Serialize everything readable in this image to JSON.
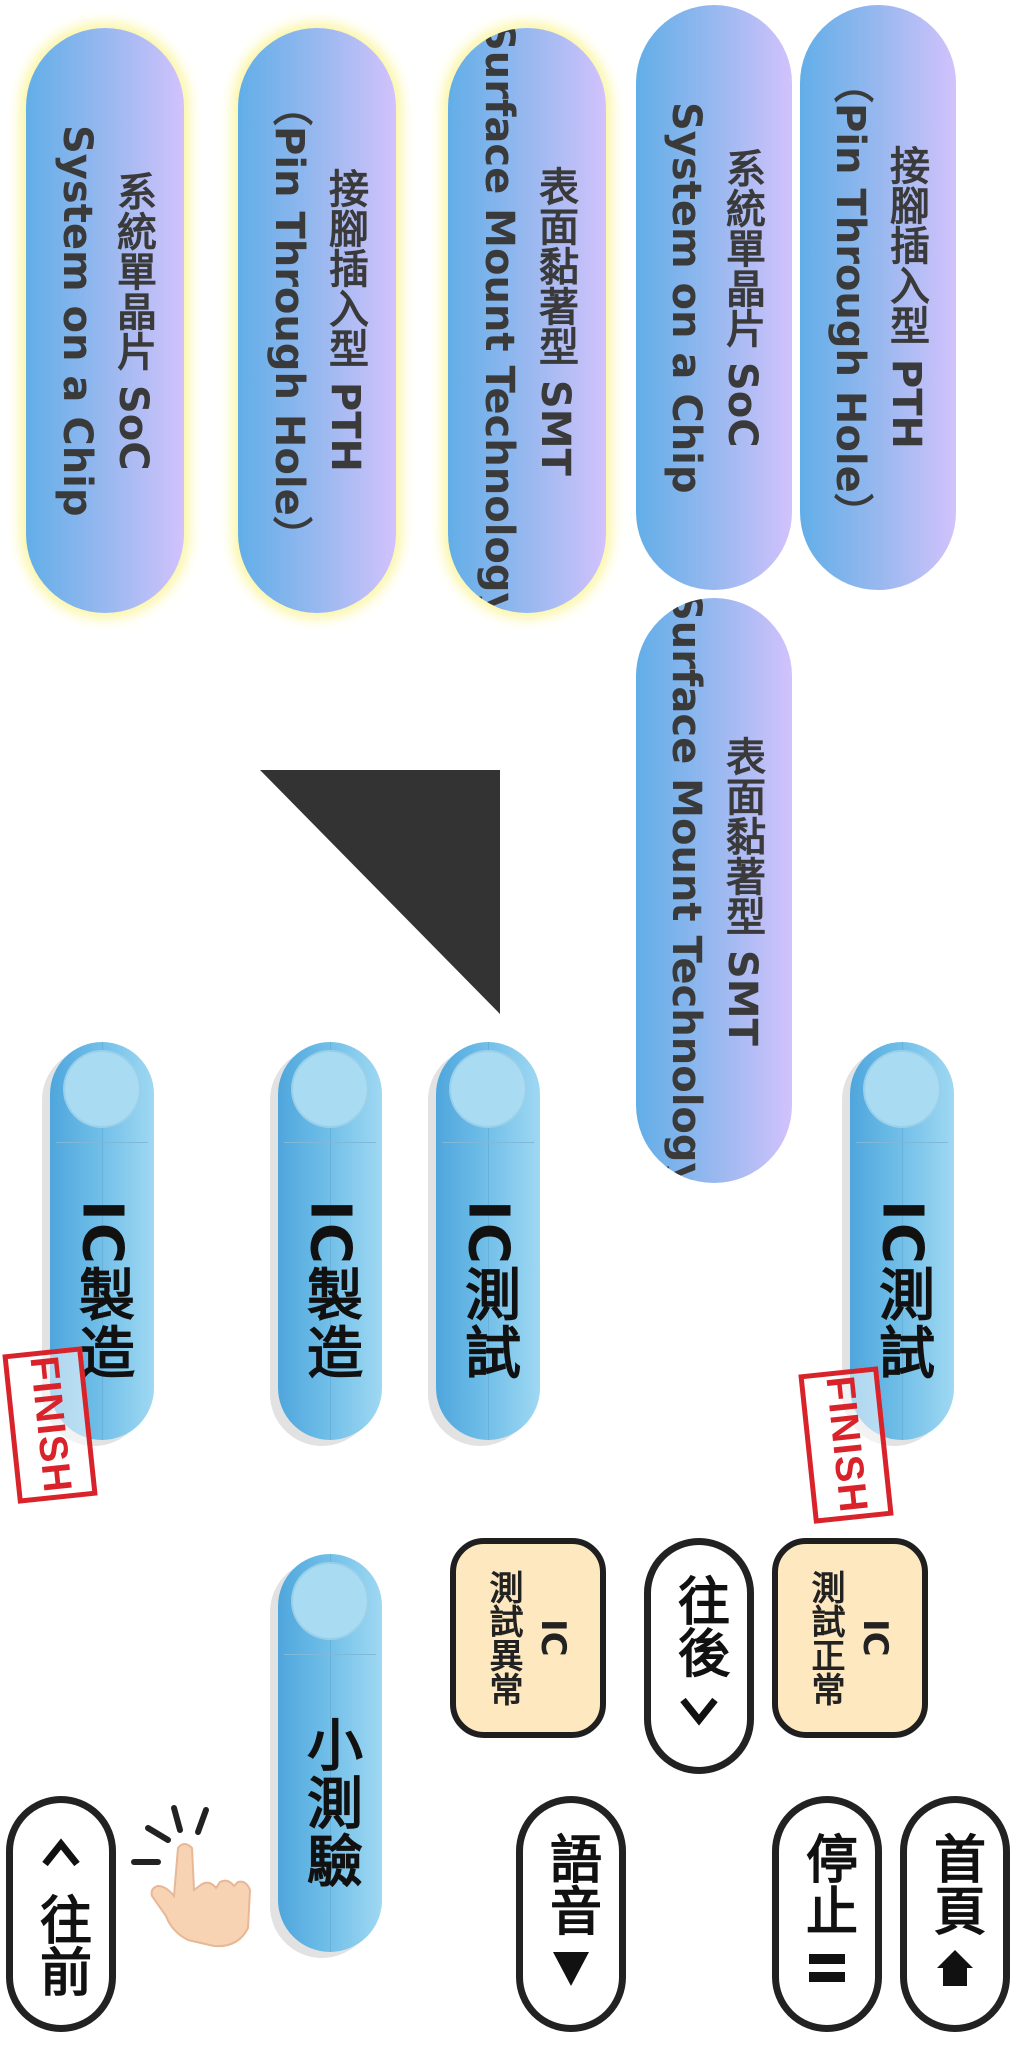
{
  "options_top": {
    "pth": {
      "zh": "接腳插入型 PTH",
      "en": "（Pin Through Hole）"
    },
    "soc": {
      "zh": "系統單晶片 SoC",
      "en": "System on a Chip"
    },
    "smt": {
      "zh": "表面黏著型 SMT",
      "en": "Surface Mount Technology"
    }
  },
  "options_left": {
    "soc": {
      "zh": "系統單晶片 SoC",
      "en": "System on a Chip"
    },
    "pth": {
      "zh": "接腳插入型 PTH",
      "en": "（Pin Through Hole）"
    },
    "smt": {
      "zh": "表面黏著型 SMT",
      "en": "Surface Mount Technology"
    }
  },
  "buttons": {
    "ic_test": "IC測試",
    "ic_make": "IC製造",
    "quiz": "小測驗"
  },
  "cards": {
    "ok": {
      "line1": "IC",
      "line2": "測試正常"
    },
    "bad": {
      "line1": "IC",
      "line2": "測試異常"
    }
  },
  "nav": {
    "home": "首頁",
    "stop": "停止",
    "voice": "語音",
    "next": "往後",
    "prev": "往前"
  },
  "stamp": "FINISH",
  "icons": {
    "home": "home-icon",
    "pause": "pause-icon",
    "play": "play-icon",
    "next": "chevron-right-icon",
    "prev": "chevron-left-icon",
    "hand": "pointing-hand-icon"
  },
  "colors": {
    "gradient_start": "#62aee8",
    "gradient_end": "#d2c2fc",
    "glow": "#fbf6a6",
    "capsule_blue": "#6ebde8",
    "card_cream": "#fde8c0",
    "stamp_red": "#d8232a"
  }
}
